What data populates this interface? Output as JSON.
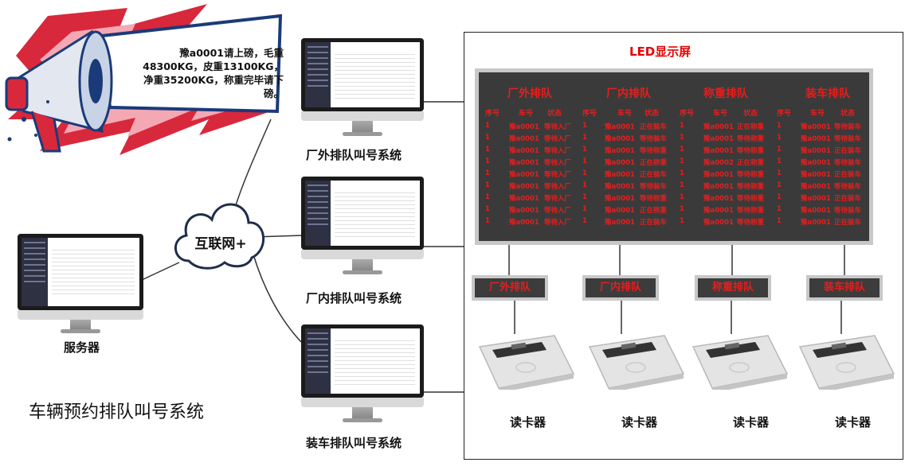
{
  "announcement": "豫a0001请上磅，毛重48300KG，皮重13100KG，净重35200KG，称重完毕请下磅。",
  "system_title": "车辆预约排队叫号系统",
  "network_label": "互联网+",
  "server_label": "服务器",
  "terminals": [
    {
      "label": "厂外排队叫号系统"
    },
    {
      "label": "厂内排队叫号系统"
    },
    {
      "label": "装车排队叫号系统"
    }
  ],
  "led": {
    "title": "LED显示屏",
    "columns": [
      "序号",
      "车号",
      "状态"
    ],
    "sections": [
      {
        "title": "厂外排队",
        "rows": [
          [
            "1",
            "豫a0001",
            "等待入厂"
          ],
          [
            "1",
            "豫a0001",
            "等待入厂"
          ],
          [
            "1",
            "豫a0001",
            "等待入厂"
          ],
          [
            "1",
            "豫a0001",
            "等待入厂"
          ],
          [
            "1",
            "豫a0001",
            "等待入厂"
          ],
          [
            "1",
            "豫a0001",
            "等待入厂"
          ],
          [
            "1",
            "豫a0001",
            "等待入厂"
          ],
          [
            "1",
            "豫a0001",
            "等待入厂"
          ],
          [
            "1",
            "豫a0001",
            "等待入厂"
          ]
        ]
      },
      {
        "title": "厂内排队",
        "rows": [
          [
            "1",
            "豫a0001",
            "正在装车"
          ],
          [
            "1",
            "豫a0001",
            "等待装车"
          ],
          [
            "1",
            "豫a0001",
            "等待称重"
          ],
          [
            "1",
            "豫a0001",
            "正在称重"
          ],
          [
            "1",
            "豫a0001",
            "正在装车"
          ],
          [
            "1",
            "豫a0001",
            "等待装车"
          ],
          [
            "1",
            "豫a0001",
            "等待称重"
          ],
          [
            "1",
            "豫a0001",
            "正在称重"
          ],
          [
            "1",
            "豫a0001",
            "正在装车"
          ]
        ]
      },
      {
        "title": "称重排队",
        "rows": [
          [
            "1",
            "豫a0001",
            "正在称重"
          ],
          [
            "1",
            "豫a0001",
            "等待称重"
          ],
          [
            "1",
            "豫a0001",
            "等待称重"
          ],
          [
            "1",
            "豫a0002",
            "正在称重"
          ],
          [
            "1",
            "豫a0001",
            "等待称重"
          ],
          [
            "1",
            "豫a0001",
            "等待称重"
          ],
          [
            "1",
            "豫a0001",
            "等待称重"
          ],
          [
            "1",
            "豫a0001",
            "等待称重"
          ],
          [
            "1",
            "豫a0001",
            "等待称重"
          ]
        ]
      },
      {
        "title": "装车排队",
        "rows": [
          [
            "1",
            "豫a0001",
            "等待装车"
          ],
          [
            "1",
            "豫a0001",
            "等待装车"
          ],
          [
            "1",
            "豫a0001",
            "正在装车"
          ],
          [
            "1",
            "豫a0001",
            "等待装车"
          ],
          [
            "1",
            "豫a0001",
            "正在装车"
          ],
          [
            "1",
            "豫a0001",
            "等待装车"
          ],
          [
            "1",
            "豫a0001",
            "正在装车"
          ],
          [
            "1",
            "豫a0001",
            "等待装车"
          ],
          [
            "1",
            "豫a0001",
            "正在装车"
          ]
        ]
      }
    ]
  },
  "sub_displays": [
    "厂外排队",
    "厂内排队",
    "称重排队",
    "装车排队"
  ],
  "reader_label": "读卡器",
  "colors": {
    "led_text": "#e61e1e",
    "led_title": "#e60000",
    "bubble_border": "#1a3a7a",
    "burst": "#d8283c"
  }
}
